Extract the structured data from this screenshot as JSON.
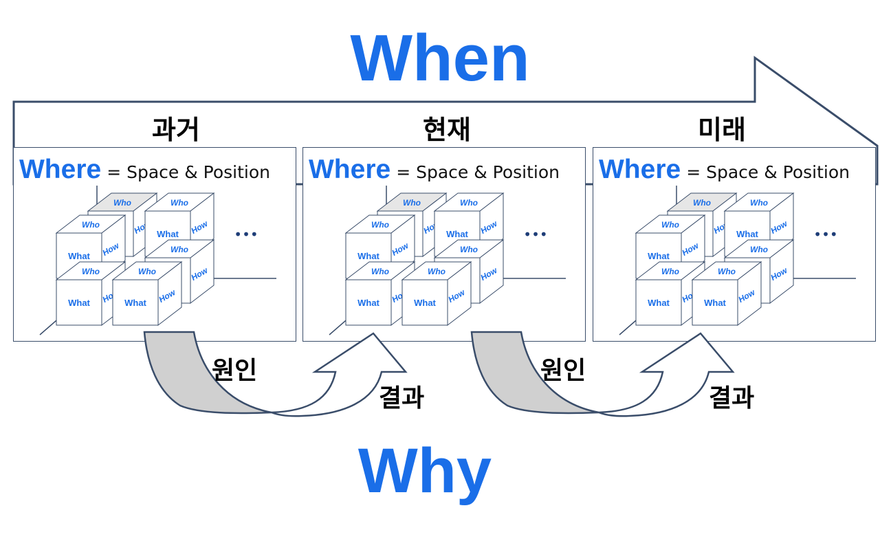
{
  "title_top": "When",
  "title_bottom": "Why",
  "timeline": {
    "eras": [
      "과거",
      "현재",
      "미래"
    ]
  },
  "panels": [
    {
      "where_word": "Where",
      "where_desc": "= Space & Position",
      "ellipsis": "•••"
    },
    {
      "where_word": "Where",
      "where_desc": "= Space & Position",
      "ellipsis": "•••"
    },
    {
      "where_word": "Where",
      "where_desc": "= Space & Position",
      "ellipsis": "•••"
    }
  ],
  "cube_faces": {
    "front": "What",
    "top": "Who",
    "side": "How"
  },
  "flows": [
    {
      "cause": "원인",
      "effect": "결과"
    },
    {
      "cause": "원인",
      "effect": "결과"
    }
  ],
  "colors": {
    "accent": "#1a6ee8",
    "outline": "#3a4d6a",
    "cause_fill": "#d0d0d0"
  }
}
